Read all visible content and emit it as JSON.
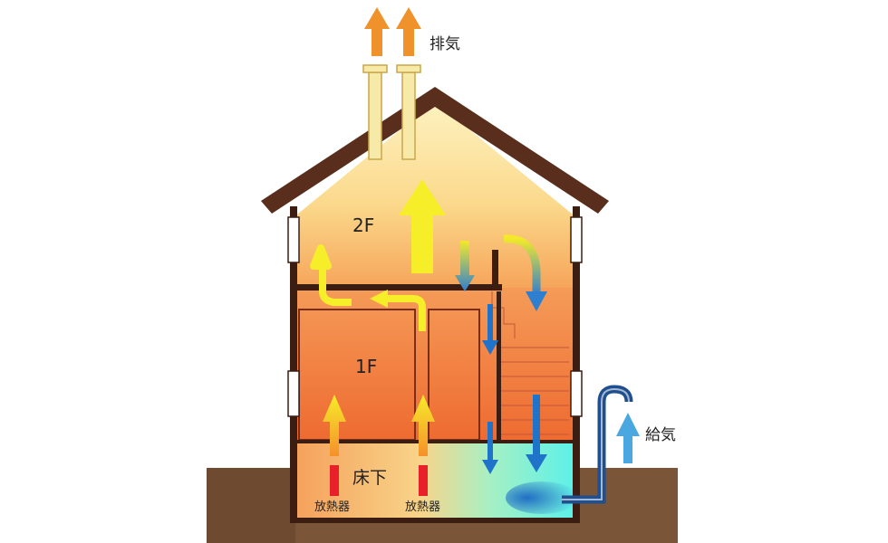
{
  "labels": {
    "exhaust": "排気",
    "supply": "給気",
    "floor2": "2F",
    "floor1": "1F",
    "underfloor": "床下",
    "radiator_left": "放熱器",
    "radiator_right": "放熱器"
  },
  "colors": {
    "roof_outline": "#5a2e1c",
    "wall": "#3b1d12",
    "ground": "#7a5538",
    "warm_top": "#fde9a6",
    "warm_mid": "#f6a55a",
    "warm_low": "#ee6a30",
    "cool_air": "#6ff2e6",
    "cold_arrow": "#1f73c9",
    "exhaust_arrow": "#f0922c",
    "supply_arrow": "#4aa7e0",
    "rising_arrow": "#f5e82a",
    "radiator": "#e8202a",
    "chimney": "#f7e9a8"
  }
}
